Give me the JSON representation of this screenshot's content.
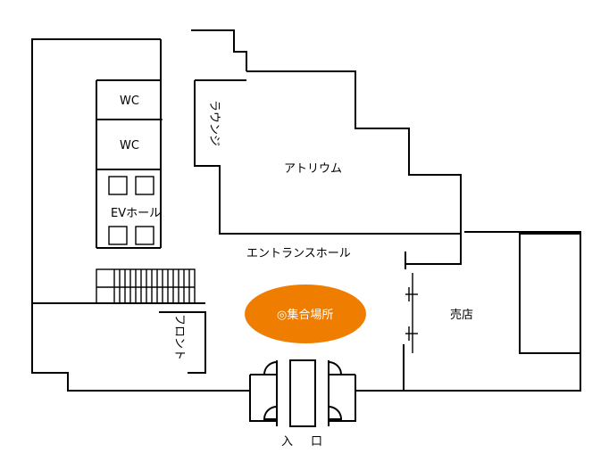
{
  "rooms": {
    "wc_upper": "WC",
    "wc_lower": "WC",
    "ev_hall": "EVホール",
    "lounge": "ラウンジ",
    "atrium": "アトリウム",
    "entrance_hall": "エントランスホール",
    "front_desk": "フロント",
    "shop": "売店",
    "entrance_1": "入",
    "entrance_2": "口"
  },
  "meeting_point": {
    "label": "◎集合場所",
    "color": "#ef7d00"
  }
}
